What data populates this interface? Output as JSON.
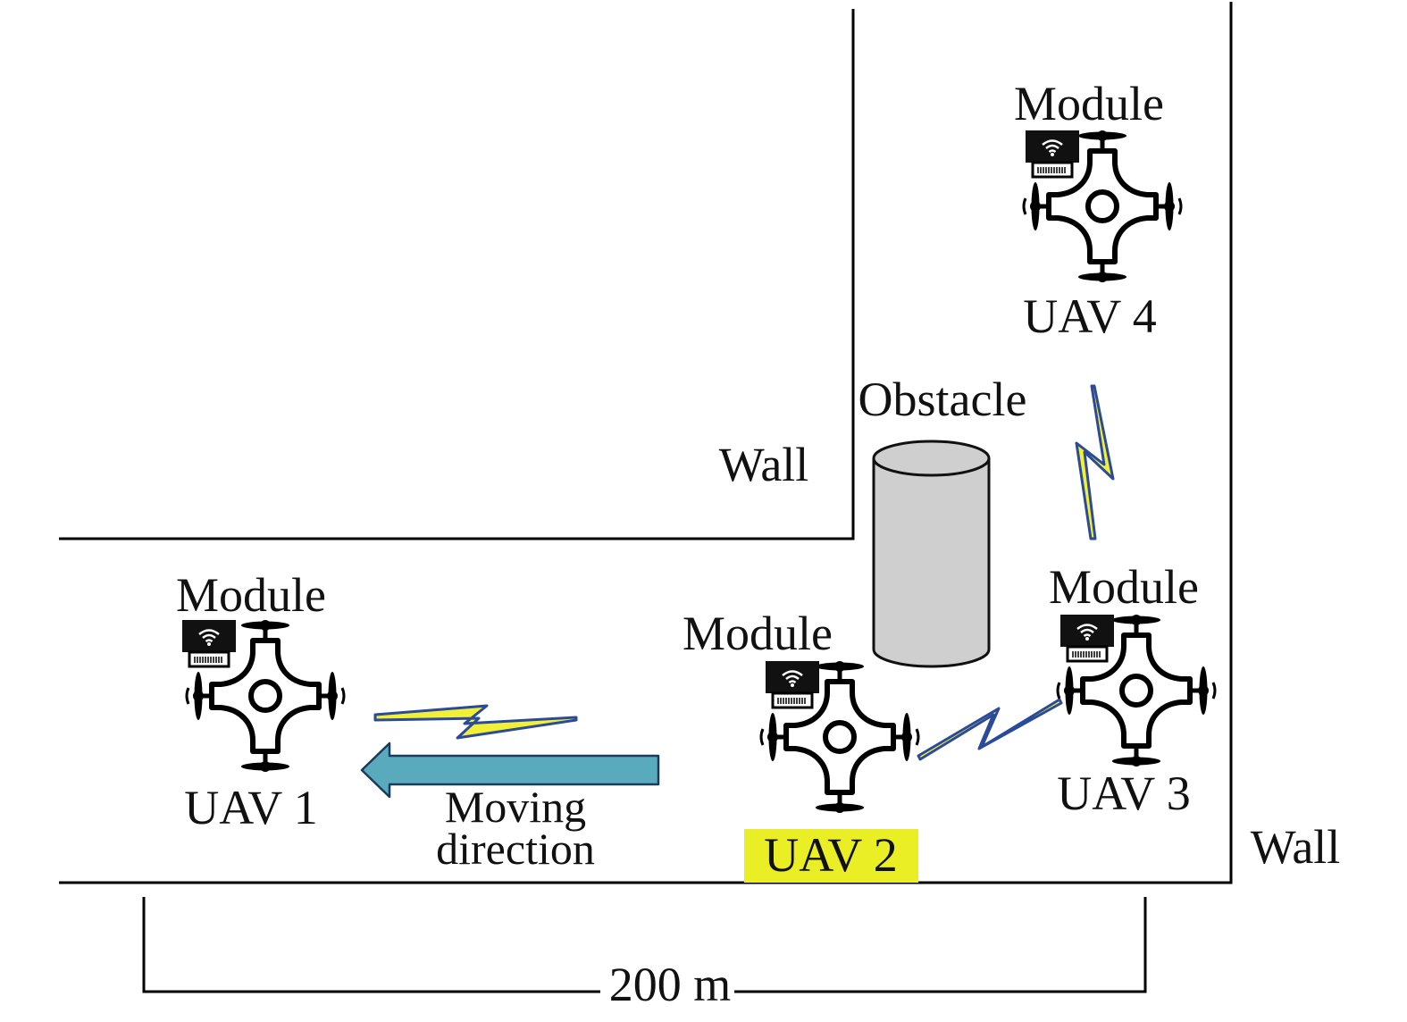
{
  "walls": {
    "label_upper": "Wall",
    "label_right": "Wall"
  },
  "obstacle": {
    "label": "Obstacle",
    "color": "#cfcfcf"
  },
  "uavs": [
    {
      "module_label": "Module",
      "name": "UAV 1",
      "highlighted": false
    },
    {
      "module_label": "Module",
      "name": "UAV 2",
      "highlighted": true,
      "highlight_color": "#e9ee25"
    },
    {
      "module_label": "Module",
      "name": "UAV 3",
      "highlighted": false
    },
    {
      "module_label": "Module",
      "name": "UAV 4",
      "highlighted": false
    }
  ],
  "motion": {
    "label_line1": "Moving",
    "label_line2": "direction",
    "arrow_color": "#5aaabd"
  },
  "links": {
    "outline_color": "#2b4a9a",
    "fill_color": "#f2f036"
  },
  "dimension": {
    "label": "200 m"
  },
  "icons": [
    "quadcopter-icon",
    "wifi-module-icon",
    "wireless-link-icon",
    "moving-direction-arrow-icon",
    "obstacle-cylinder-icon"
  ]
}
